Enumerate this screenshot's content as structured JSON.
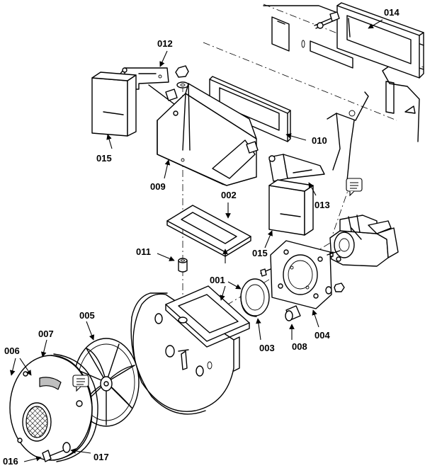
{
  "callouts": {
    "c001": "001",
    "c002": "002",
    "c003": "003",
    "c004": "004",
    "c005": "005",
    "c006": "006",
    "c007": "007",
    "c008": "008",
    "c009": "009",
    "c010": "010",
    "c011": "011",
    "c012": "012",
    "c013": "013",
    "c014": "014",
    "c015a": "015",
    "c015b": "015",
    "c016": "016",
    "c017": "017"
  }
}
